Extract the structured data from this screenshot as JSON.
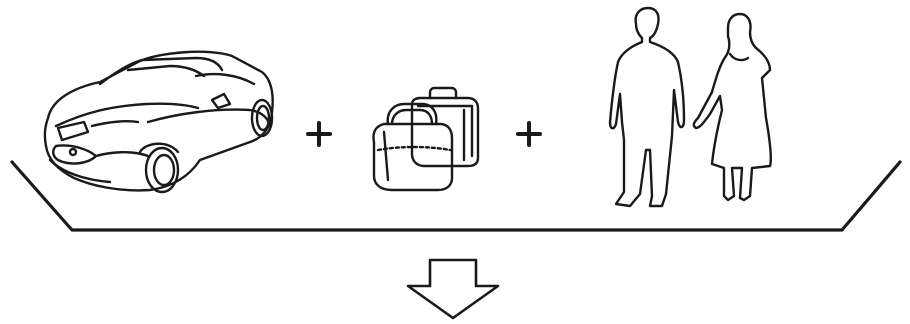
{
  "diagram": {
    "items": [
      {
        "id": "car",
        "icon": "convertible-car-icon"
      },
      {
        "id": "luggage",
        "icon": "luggage-bags-icon"
      },
      {
        "id": "passengers",
        "icon": "two-people-silhouette-icon"
      }
    ],
    "operators": [
      "+",
      "+"
    ],
    "result_arrow": "down-arrow-icon",
    "colors": {
      "stroke": "#1a1a1a",
      "background": "#ffffff"
    }
  }
}
